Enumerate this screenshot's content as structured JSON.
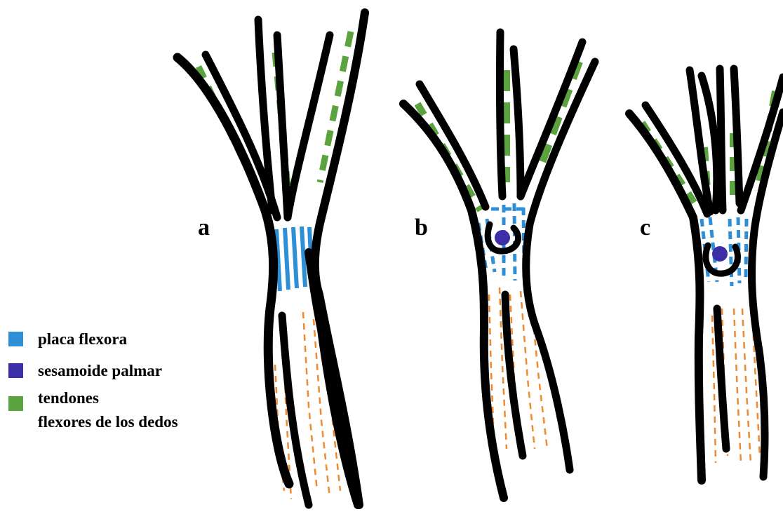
{
  "colors": {
    "outline": "#000000",
    "placa_flexora": "#2e8fd6",
    "sesamoide_palmar": "#3b2ea6",
    "tendones": "#5ba33e",
    "dashed_lines": "#f08a2e"
  },
  "panels": [
    {
      "label": "a"
    },
    {
      "label": "b"
    },
    {
      "label": "c"
    }
  ],
  "legend": [
    {
      "text": "placa flexora",
      "color": "#2e8fd6"
    },
    {
      "text": "sesamoide palmar",
      "color": "#3b2ea6"
    },
    {
      "text": "tendones",
      "color": "#5ba33e",
      "line2": "flexores de los dedos"
    }
  ]
}
